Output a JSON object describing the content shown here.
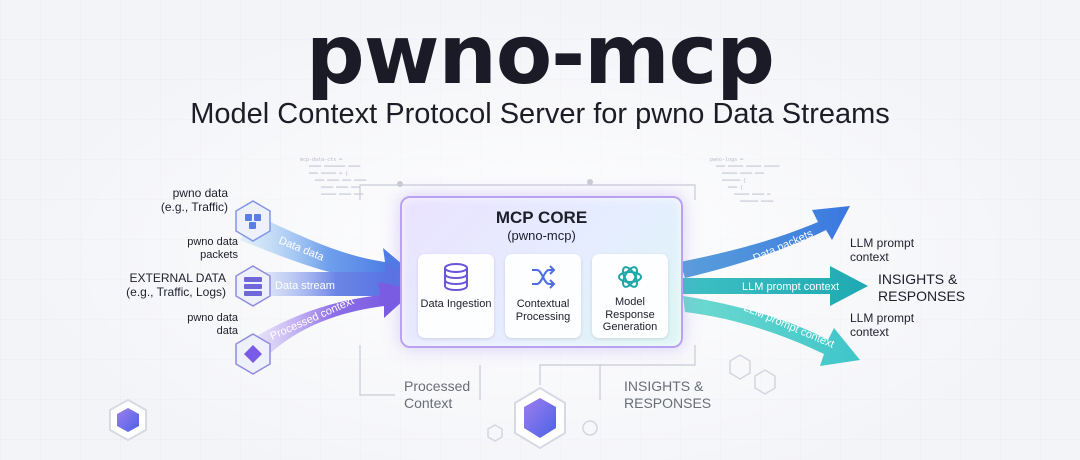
{
  "title": "pwno-mcp",
  "subtitle": "Model Context Protocol Server for pwno Data Streams",
  "inputs": {
    "top_label_line1": "pwno data",
    "top_label_line2": "(e.g., Traffic)",
    "packets_line1": "pwno data",
    "packets_line2": "packets",
    "external_title": "EXTERNAL DATA",
    "external_sub": "(e.g., Traffic, Logs)",
    "bottom_line1": "pwno data",
    "bottom_line2": "data"
  },
  "arrows_in": [
    "Data data",
    "Data stream",
    "Processed context"
  ],
  "core": {
    "title": "MCP CORE",
    "subtitle": "(pwno-mcp)",
    "cards": [
      {
        "label": "Data Ingestion",
        "icon": "database-icon"
      },
      {
        "label": "Contextual Processing",
        "icon": "shuffle-icon"
      },
      {
        "label": "Model Response Generation",
        "icon": "openai-knot-icon"
      }
    ]
  },
  "arrows_out": [
    "Data packets",
    "LLM prompt context",
    "LLM prompt context"
  ],
  "outputs": {
    "top_line1": "LLM prompt",
    "top_line2": "context",
    "insights_line1": "INSIGHTS &",
    "insights_line2": "RESPONSES",
    "bottom_line1": "LLM prompt",
    "bottom_line2": "context"
  },
  "bottom": {
    "processed_line1": "Processed",
    "processed_line2": "Context",
    "insights_line1": "INSIGHTS &",
    "insights_line2": "RESPONSES"
  },
  "colors": {
    "arrow_blue": "#4f7ee8",
    "arrow_purple": "#7a5ae6",
    "arrow_teal": "#2fbfb6",
    "hex_purple": "#6b5ce7"
  }
}
